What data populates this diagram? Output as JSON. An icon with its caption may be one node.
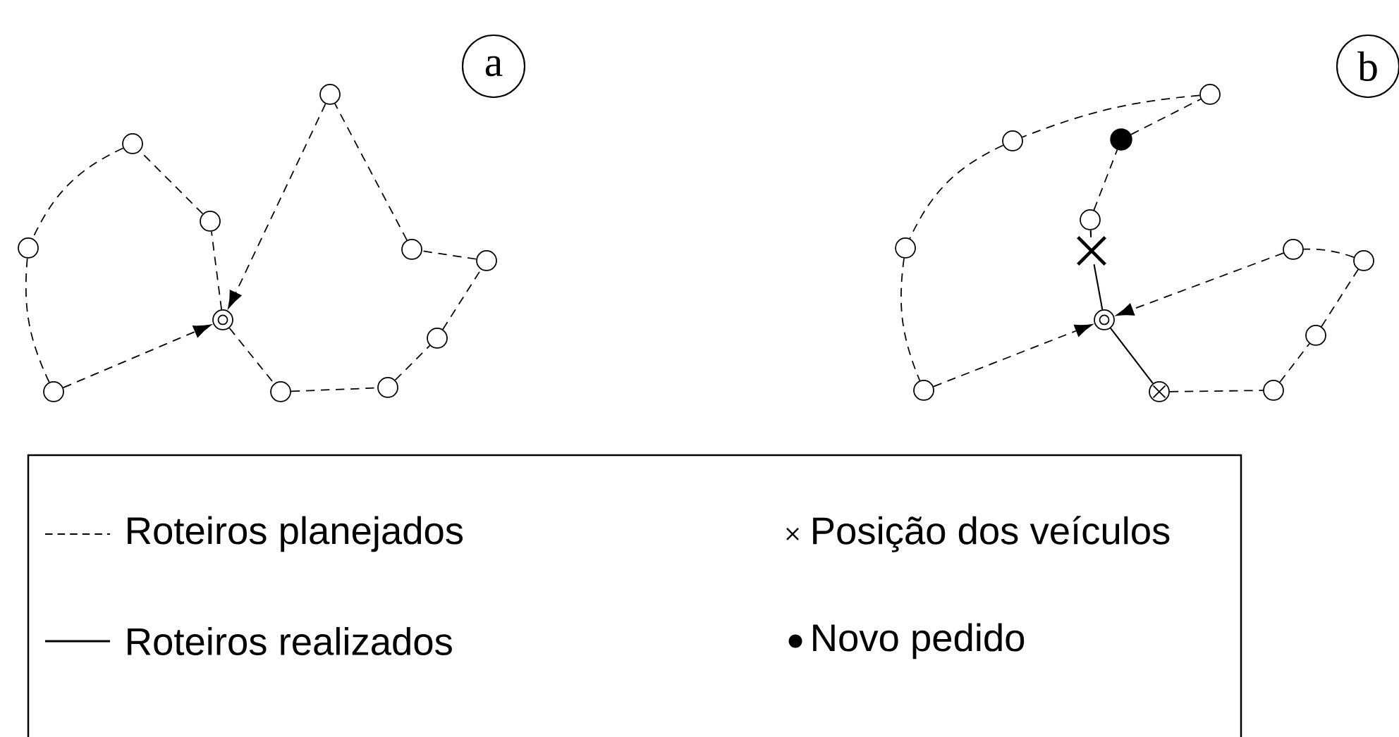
{
  "diagram": {
    "nodes": [
      {
        "text": [
          "a"
        ]
      },
      {
        "text": [],
        "shape": "circle"
      },
      {
        "text": [],
        "shape": "circle"
      },
      {
        "text": [],
        "shape": "circle"
      },
      {
        "text": [],
        "shape": "circle"
      },
      {
        "text": [],
        "shape": "circle"
      },
      {
        "text": [],
        "shape": "circle"
      },
      {
        "text": [],
        "shape": "circle"
      },
      {
        "text": [],
        "shape": "circle"
      },
      {
        "text": [],
        "shape": "circle"
      },
      {
        "text": [],
        "shape": "circle"
      },
      {
        "text": [],
        "shape": "circle"
      },
      {
        "text": [
          "b"
        ]
      },
      {
        "text": [],
        "shape": "circle"
      },
      {
        "text": [],
        "shape": "circle"
      },
      {
        "text": [],
        "shape": "circle"
      },
      {
        "text": [],
        "shape": "circle"
      },
      {
        "text": [],
        "shape": "circle"
      },
      {
        "text": [],
        "shape": "circle"
      },
      {
        "text": [],
        "shape": "circle"
      },
      {
        "text": [],
        "shape": "cross"
      },
      {
        "text": [],
        "shape": "circle"
      },
      {
        "text": [],
        "shape": "circle"
      },
      {
        "text": [],
        "shape": "circle"
      },
      {
        "text": [],
        "shape": "circle"
      },
      {
        "text": [],
        "shape": "circle"
      }
    ],
    "edges": [
      {
        "from": 1,
        "to": 5,
        "arrow": "none",
        "style": "dashed"
      },
      {
        "from": 5,
        "to": 4,
        "arrow": "none",
        "style": "dashed"
      },
      {
        "from": 4,
        "to": 3,
        "arrow": "none",
        "style": "dashed"
      },
      {
        "from": 3,
        "to": 2,
        "arrow": "none",
        "style": "dashed"
      },
      {
        "from": 2,
        "to": 1,
        "arrow": "to",
        "style": "dashed"
      },
      {
        "from": 1,
        "to": 11,
        "arrow": "none",
        "style": "dashed"
      },
      {
        "from": 11,
        "to": 10,
        "arrow": "none",
        "style": "dashed"
      },
      {
        "from": 10,
        "to": 9,
        "arrow": "none",
        "style": "dashed"
      },
      {
        "from": 9,
        "to": 8,
        "arrow": "none",
        "style": "dashed"
      },
      {
        "from": 8,
        "to": 7,
        "arrow": "none",
        "style": "dashed"
      },
      {
        "from": 7,
        "to": 6,
        "arrow": "none",
        "style": "dashed"
      },
      {
        "from": 6,
        "to": 1,
        "arrow": "to",
        "style": "dashed"
      },
      {
        "from": 19,
        "to": 18,
        "arrow": "none",
        "style": "dashed"
      },
      {
        "from": 18,
        "to": 17,
        "arrow": "none",
        "style": "dashed"
      },
      {
        "from": 17,
        "to": 16,
        "arrow": "none",
        "style": "dashed"
      },
      {
        "from": 16,
        "to": 15,
        "arrow": "none",
        "style": "dashed"
      },
      {
        "from": 15,
        "to": 14,
        "arrow": "none",
        "style": "dashed"
      },
      {
        "from": 14,
        "to": 13,
        "arrow": "to",
        "style": "dashed"
      },
      {
        "from": 19,
        "to": 20,
        "arrow": "none"
      },
      {
        "from": 20,
        "to": 13,
        "arrow": "none"
      },
      {
        "from": 13,
        "to": 25,
        "arrow": "none"
      },
      {
        "from": 25,
        "to": 24,
        "arrow": "none",
        "style": "dashed"
      },
      {
        "from": 24,
        "to": 23,
        "arrow": "none",
        "style": "dashed"
      },
      {
        "from": 23,
        "to": 22,
        "arrow": "none",
        "style": "dashed"
      },
      {
        "from": 22,
        "to": 21,
        "arrow": "none",
        "style": "dashed"
      },
      {
        "from": 21,
        "to": 13,
        "arrow": "to",
        "style": "dashed"
      }
    ],
    "legend": [
      {
        "text": "Roteiros planejados"
      },
      {
        "text": "Posição dos veículos"
      },
      {
        "text": "Roteiros realizados"
      },
      {
        "text": "Novo pedido"
      }
    ]
  }
}
